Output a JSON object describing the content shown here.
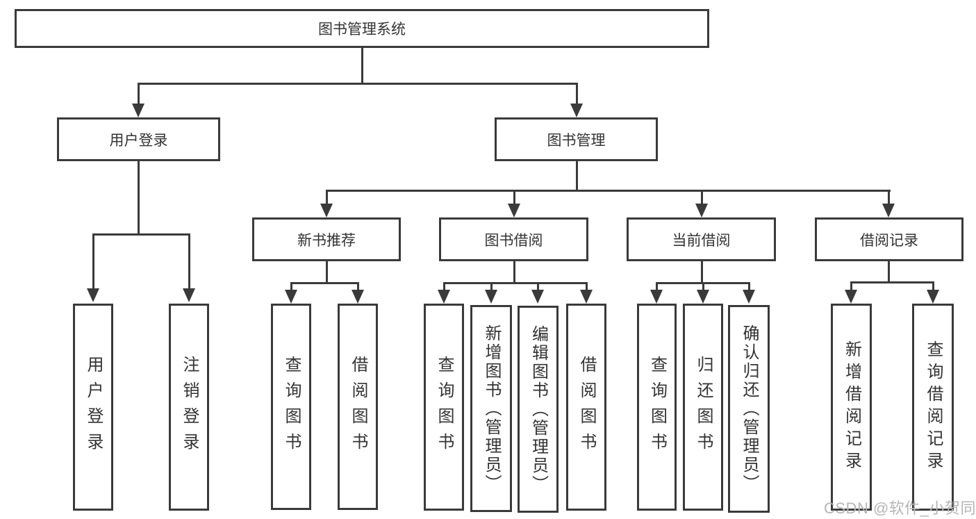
{
  "diagram": {
    "root": {
      "label": "图书管理系统"
    },
    "level2": [
      {
        "label": "用户登录"
      },
      {
        "label": "图书管理"
      }
    ],
    "level3": [
      {
        "label": "新书推荐"
      },
      {
        "label": "图书借阅"
      },
      {
        "label": "当前借阅"
      },
      {
        "label": "借阅记录"
      }
    ],
    "leaves": {
      "user_login": [
        {
          "label": "用户登录"
        },
        {
          "label": "注销登录"
        }
      ],
      "new_book": [
        {
          "label": "查询图书"
        },
        {
          "label": "借阅图书"
        }
      ],
      "book_borrow": [
        {
          "label": "查询图书"
        },
        {
          "label": "新增图书（管理员）"
        },
        {
          "label": "编辑图书（管理员）"
        },
        {
          "label": "借阅图书"
        }
      ],
      "current_borrow": [
        {
          "label": "查询图书"
        },
        {
          "label": "归还图书"
        },
        {
          "label": "确认归还（管理员）"
        }
      ],
      "borrow_record": [
        {
          "label": "新增借阅记录"
        },
        {
          "label": "查询借阅记录"
        }
      ]
    }
  },
  "watermark": {
    "text": "CSDN @软件_小贺同学"
  },
  "colors": {
    "line": "#3a3a3a",
    "text": "#333333",
    "watermark": "#b5b5b5",
    "background": "#ffffff"
  }
}
